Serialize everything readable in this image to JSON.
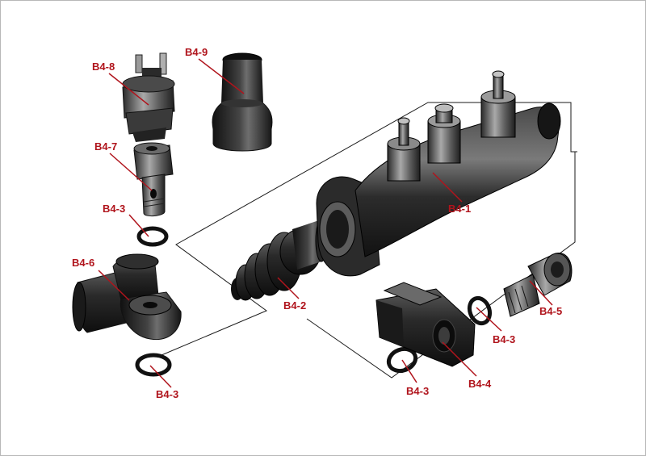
{
  "colors": {
    "label": "#b0141c",
    "leader": "#b0141c",
    "outline": "#1a1a1a",
    "part_dark": "#1e1e1e",
    "part_mid": "#3a3a3a",
    "part_light": "#8a8a8a"
  },
  "labels": {
    "b4_1": "B4-1",
    "b4_2": "B4-2",
    "b4_3": "B4-3",
    "b4_4": "B4-4",
    "b4_5": "B4-5",
    "b4_6": "B4-6",
    "b4_7": "B4-7",
    "b4_8": "B4-8",
    "b4_9": "B4-9"
  }
}
